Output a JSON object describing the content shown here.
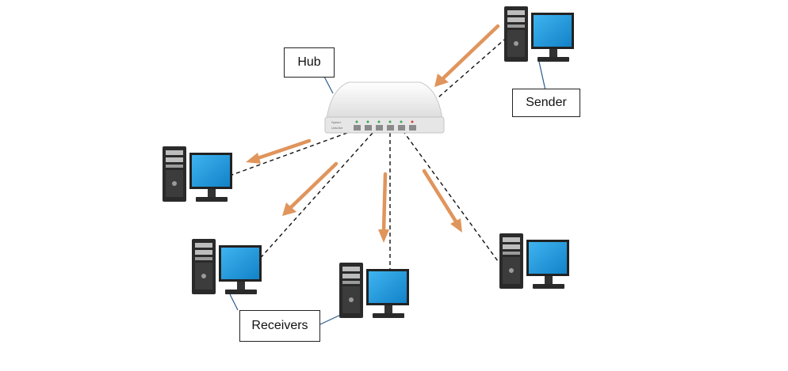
{
  "labels": {
    "hub": "Hub",
    "sender": "Sender",
    "receivers": "Receivers"
  },
  "hub_ports": {
    "row1": "Speed",
    "row2": "Link/Act"
  },
  "colors": {
    "arrow": "#e0955c",
    "dashed_line": "#111111",
    "monitor_screen": "#1e9ae0",
    "tower": "#2a2a2a",
    "hub_body": "#ececec"
  }
}
